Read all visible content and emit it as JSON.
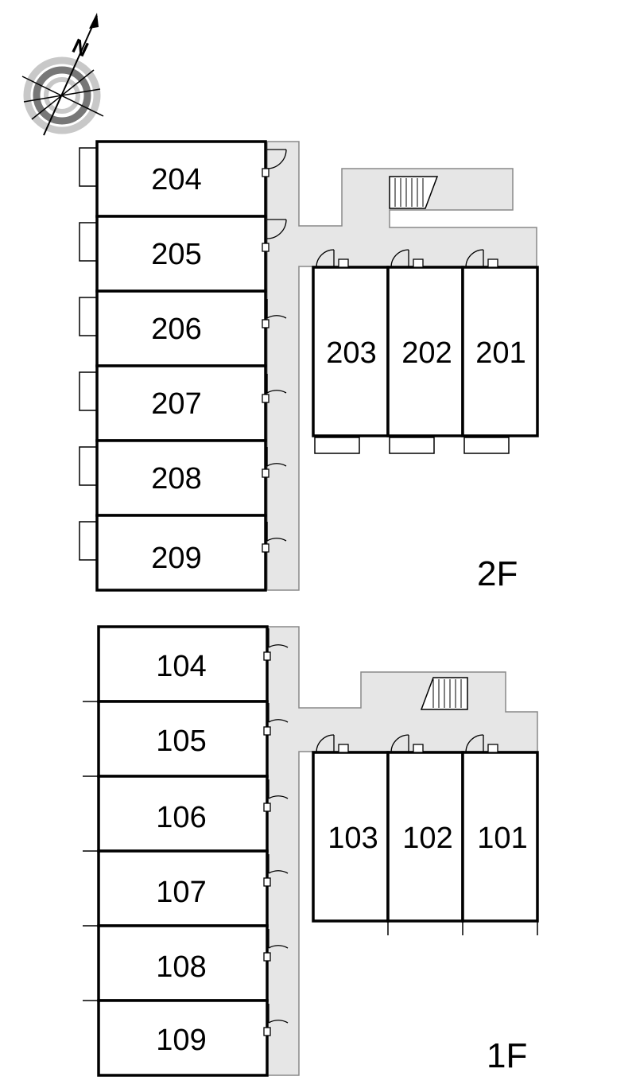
{
  "floors": [
    {
      "label": "2F",
      "units_left": [
        "204",
        "205",
        "206",
        "207",
        "208",
        "209"
      ],
      "units_right": [
        "203",
        "202",
        "201"
      ]
    },
    {
      "label": "1F",
      "units_left": [
        "104",
        "105",
        "106",
        "107",
        "108",
        "109"
      ],
      "units_right": [
        "103",
        "102",
        "101"
      ]
    }
  ],
  "compass": {
    "north_letter": "N",
    "icon": "compass-rose-icon"
  }
}
